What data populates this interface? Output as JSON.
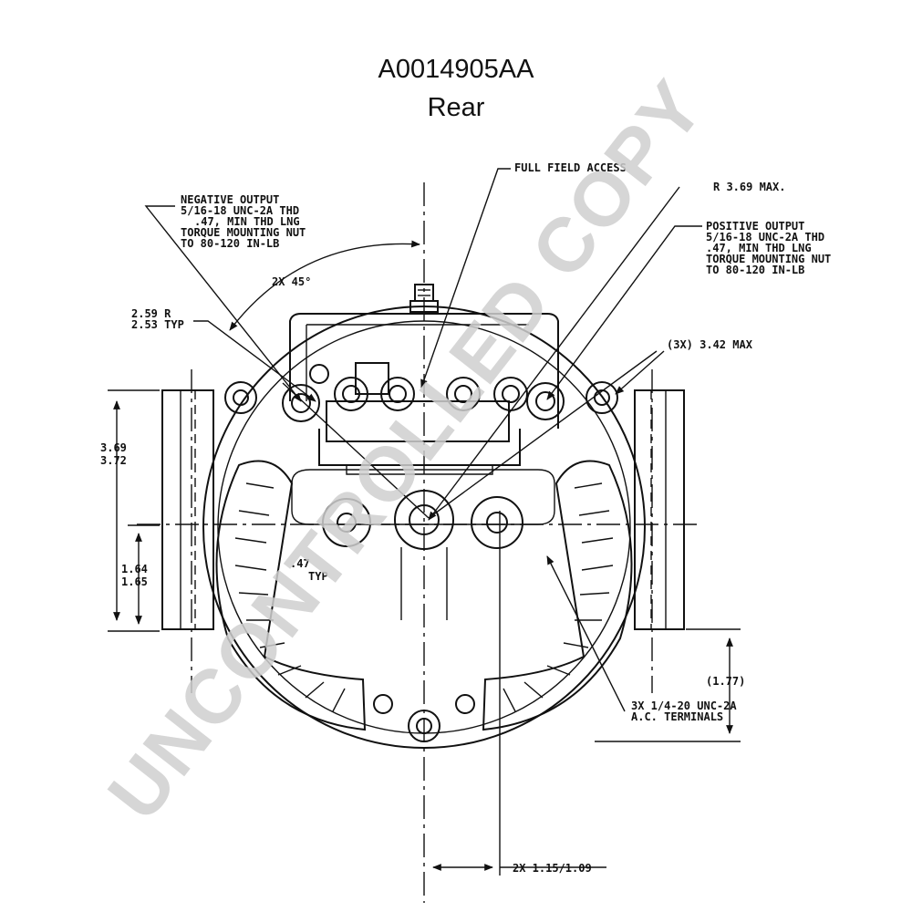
{
  "header": {
    "part_number": "A0014905AA",
    "view": "Rear"
  },
  "callouts": {
    "full_field_access": "FULL FIELD ACCESS",
    "r_max": "R 3.69 MAX.",
    "negative_output": [
      "NEGATIVE OUTPUT",
      "5/16-18 UNC-2A THD",
      ".47, MIN THD LNG",
      "TORQUE MOUNTING NUT",
      "TO 80-120 IN-LB"
    ],
    "positive_output": [
      "POSITIVE OUTPUT",
      "5/16-18 UNC-2A THD",
      ".47, MIN THD LNG",
      "TORQUE MOUNTING NUT",
      "TO 80-120 IN-LB"
    ],
    "angle": "2X 45°",
    "radius": [
      "2.59 R",
      "2.53 TYP"
    ],
    "max_342": "(3X) 3.42 MAX",
    "ac_terminals": [
      "3X 1/4-20 UNC-2A",
      "A.C. TERMINALS"
    ],
    "inner_typ": [
      ".47",
      "TYP"
    ]
  },
  "dimensions": {
    "height_a": [
      "3.69",
      "3.72"
    ],
    "height_b": [
      "1.64",
      "1.65"
    ],
    "right_ref": "(1.77)",
    "bottom": "2X 1.15/1.09"
  },
  "watermark": "UNCONTROLLED COPY"
}
